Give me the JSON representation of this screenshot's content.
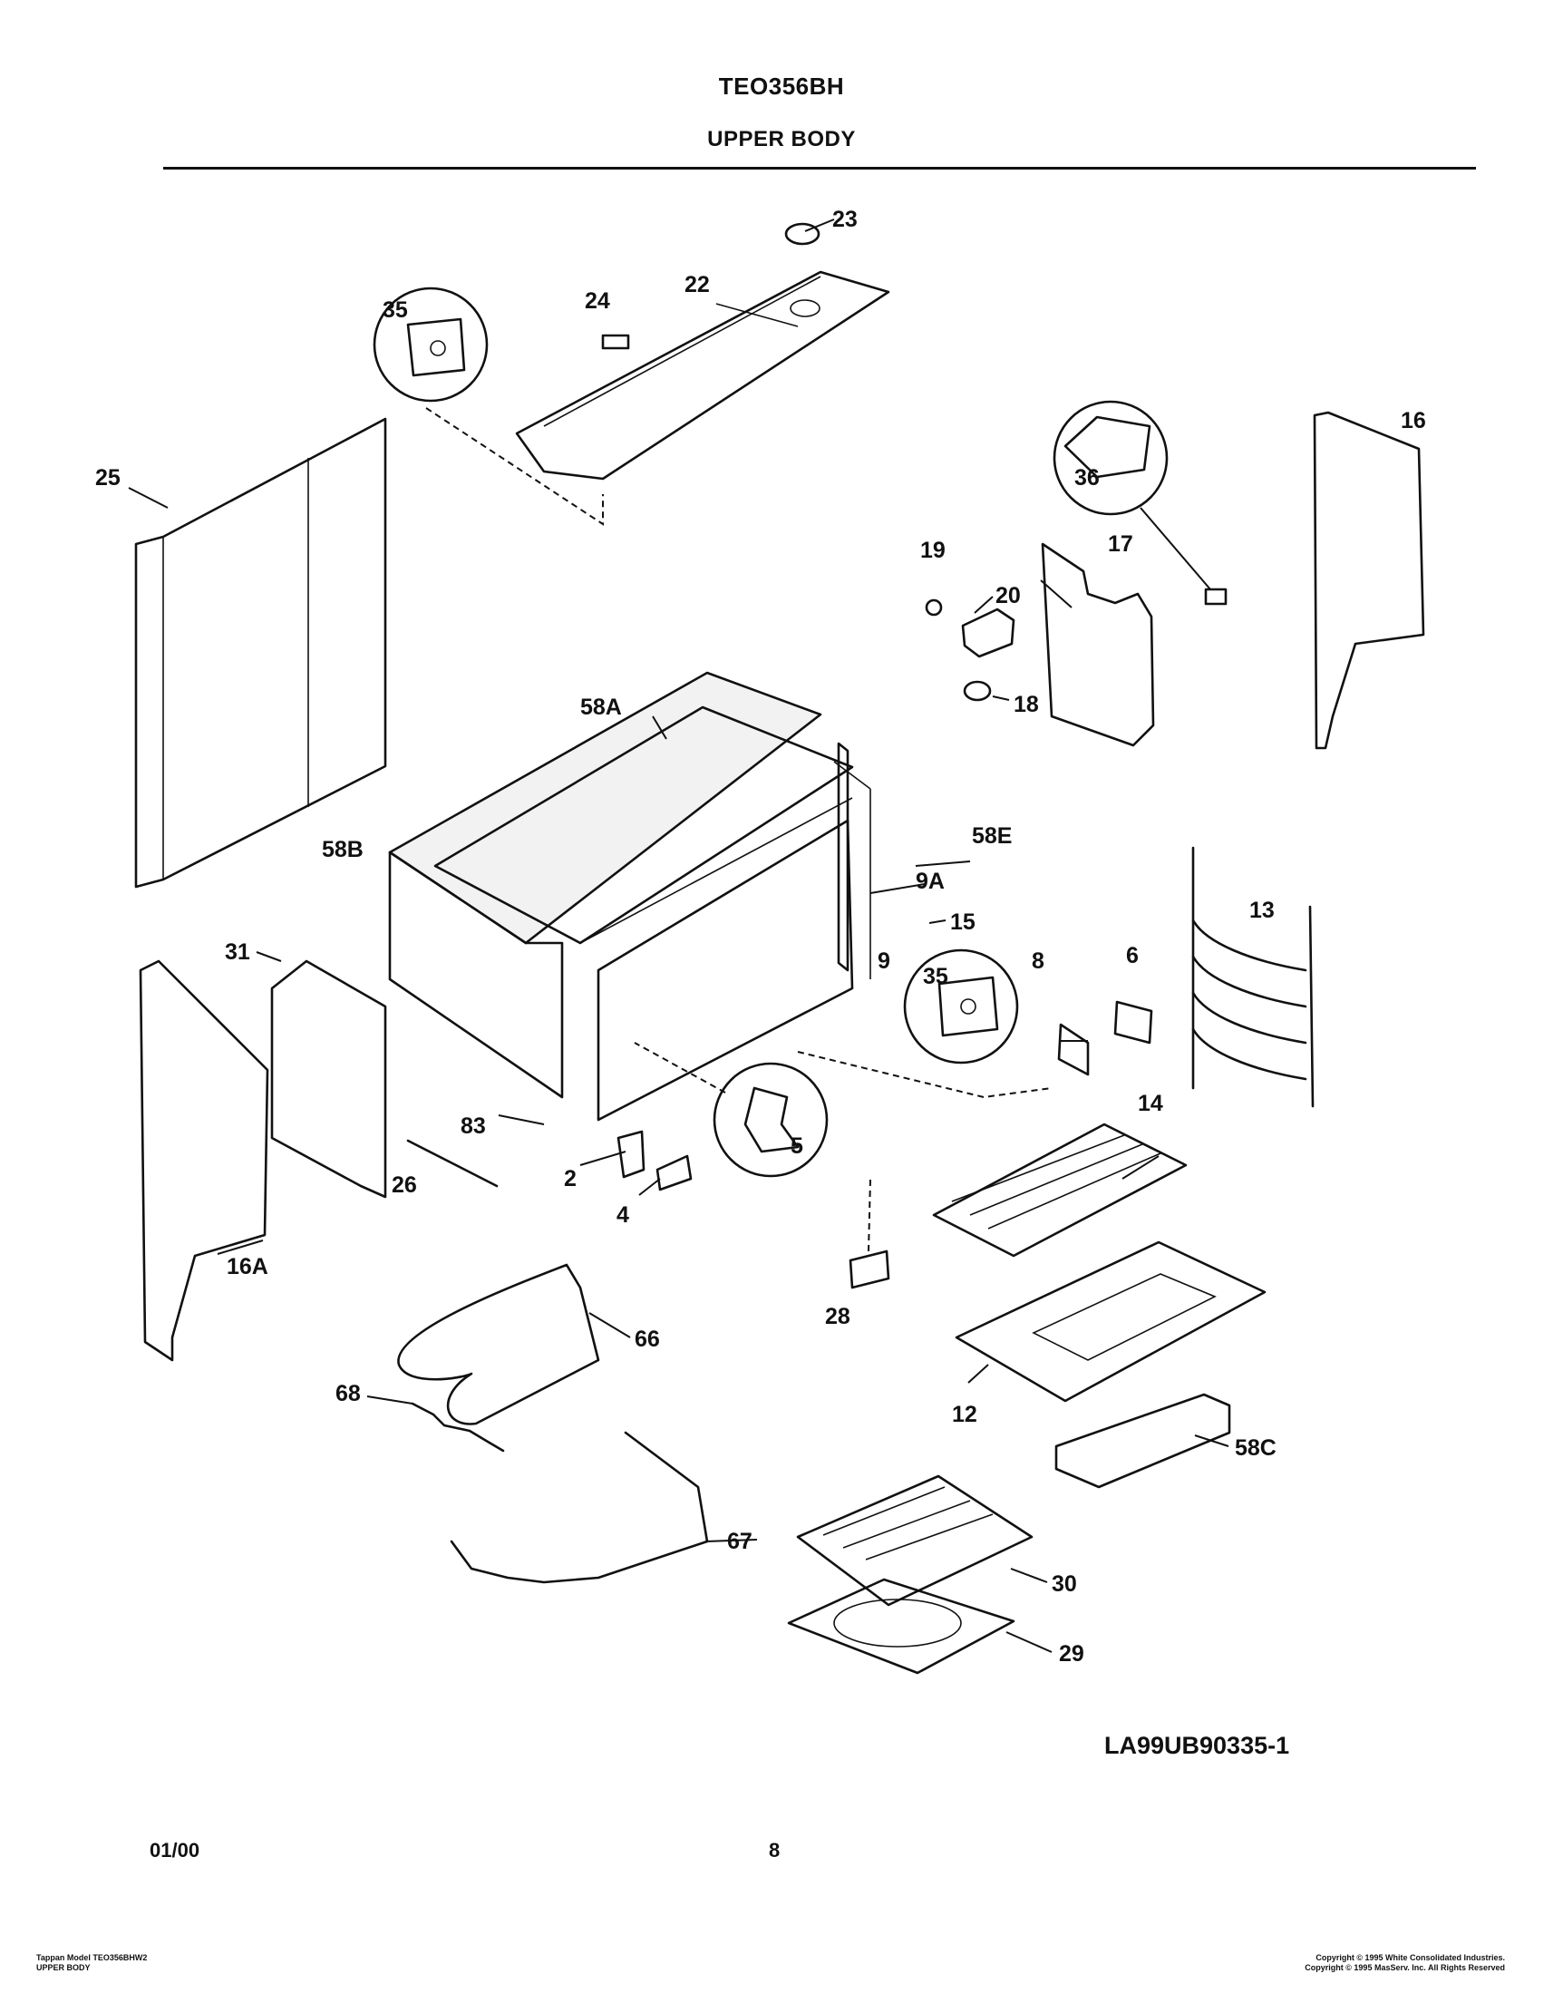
{
  "header": {
    "model": "TEO356BH",
    "section": "UPPER BODY"
  },
  "diagram": {
    "callouts": [
      "23",
      "24",
      "22",
      "35",
      "25",
      "16",
      "36",
      "17",
      "19",
      "20",
      "18",
      "58A",
      "58E",
      "58B",
      "9A",
      "15",
      "31",
      "13",
      "6",
      "35",
      "8",
      "9",
      "83",
      "5",
      "2",
      "26",
      "4",
      "14",
      "16A",
      "28",
      "66",
      "68",
      "12",
      "58C",
      "67",
      "30",
      "29"
    ]
  },
  "footer": {
    "diagram_code": "LA99UB90335-1",
    "date": "01/00",
    "page": "8",
    "model_line1": "Tappan Model TEO356BHW2",
    "model_line2": "UPPER BODY",
    "copyright1": "Copyright © 1995 White Consolidated Industries.",
    "copyright2": "Copyright © 1995 MasServ. Inc. All Rights Reserved"
  }
}
